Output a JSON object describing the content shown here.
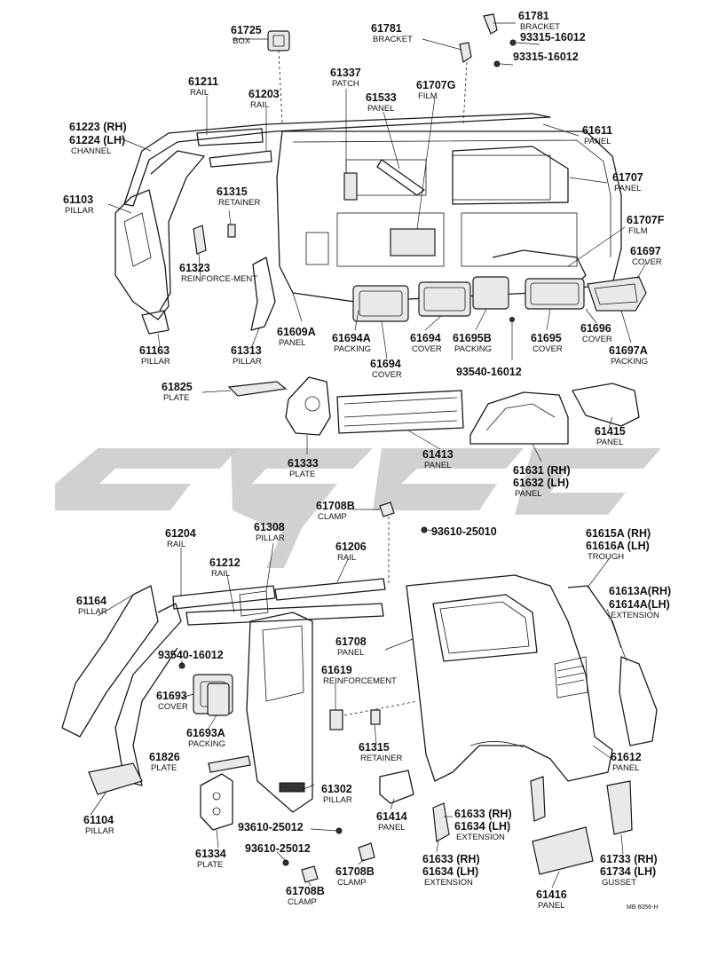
{
  "labels": [
    {
      "id": "61725",
      "num": "61725",
      "name": "BOX"
    },
    {
      "id": "61781a",
      "num": "61781",
      "name": "BRACKET"
    },
    {
      "id": "61781b",
      "num": "61781",
      "name": "BRACKET"
    },
    {
      "id": "93315a",
      "num": "93315-16012",
      "name": ""
    },
    {
      "id": "93315b",
      "num": "93315-16012",
      "name": ""
    },
    {
      "id": "61211",
      "num": "61211",
      "name": "RAIL"
    },
    {
      "id": "61203",
      "num": "61203",
      "name": "RAIL"
    },
    {
      "id": "61337",
      "num": "61337",
      "name": "PATCH"
    },
    {
      "id": "61533",
      "num": "61533",
      "name": "PANEL"
    },
    {
      "id": "61707G",
      "num": "61707G",
      "name": "FILM"
    },
    {
      "id": "61611",
      "num": "61611",
      "name": "PANEL"
    },
    {
      "id": "61223",
      "num": "61223 (RH)",
      "name": ""
    },
    {
      "id": "61224",
      "num": "61224 (LH)",
      "name": "CHANNEL"
    },
    {
      "id": "61707",
      "num": "61707",
      "name": "PANEL"
    },
    {
      "id": "61103",
      "num": "61103",
      "name": "PILLAR"
    },
    {
      "id": "61315a",
      "num": "61315",
      "name": "RETAINER"
    },
    {
      "id": "61707F",
      "num": "61707F",
      "name": "FILM"
    },
    {
      "id": "61697a",
      "num": "61697",
      "name": "COVER"
    },
    {
      "id": "61323",
      "num": "61323",
      "name": "REINFORCE-MENT"
    },
    {
      "id": "61609A",
      "num": "61609A",
      "name": "PANEL"
    },
    {
      "id": "61694A",
      "num": "61694A",
      "name": "PACKING"
    },
    {
      "id": "61694a",
      "num": "61694",
      "name": "COVER"
    },
    {
      "id": "61695B",
      "num": "61695B",
      "name": "PACKING"
    },
    {
      "id": "61695",
      "num": "61695",
      "name": "COVER"
    },
    {
      "id": "61696",
      "num": "61696",
      "name": "COVER"
    },
    {
      "id": "61697A",
      "num": "61697A",
      "name": "PACKING"
    },
    {
      "id": "61163",
      "num": "61163",
      "name": "PILLAR"
    },
    {
      "id": "61313",
      "num": "61313",
      "name": "PILLAR"
    },
    {
      "id": "61694b",
      "num": "61694",
      "name": "COVER"
    },
    {
      "id": "93540a",
      "num": "93540-16012",
      "name": ""
    },
    {
      "id": "61825",
      "num": "61825",
      "name": "PLATE"
    },
    {
      "id": "61413",
      "num": "61413",
      "name": "PANEL"
    },
    {
      "id": "61415",
      "num": "61415",
      "name": "PANEL"
    },
    {
      "id": "61333",
      "num": "61333",
      "name": "PLATE"
    },
    {
      "id": "61631",
      "num": "61631 (RH)",
      "name": ""
    },
    {
      "id": "61632",
      "num": "61632 (LH)",
      "name": "PANEL"
    },
    {
      "id": "61708Ba",
      "num": "61708B",
      "name": "CLAMP"
    },
    {
      "id": "93610a",
      "num": "93610-25010",
      "name": ""
    },
    {
      "id": "61204",
      "num": "61204",
      "name": "RAIL"
    },
    {
      "id": "61308",
      "num": "61308",
      "name": "PILLAR"
    },
    {
      "id": "61206",
      "num": "61206",
      "name": "RAIL"
    },
    {
      "id": "61615A",
      "num": "61615A (RH)",
      "name": ""
    },
    {
      "id": "61616A",
      "num": "61616A (LH)",
      "name": "TROUGH"
    },
    {
      "id": "61212",
      "num": "61212",
      "name": "RAIL"
    },
    {
      "id": "61164",
      "num": "61164",
      "name": "PILLAR"
    },
    {
      "id": "61613A",
      "num": "61613A(RH)",
      "name": ""
    },
    {
      "id": "61614A",
      "num": "61614A(LH)",
      "name": "EXTENSION"
    },
    {
      "id": "61708",
      "num": "61708",
      "name": "PANEL"
    },
    {
      "id": "93540b",
      "num": "93540-16012",
      "name": ""
    },
    {
      "id": "61619",
      "num": "61619",
      "name": "REINFORCEMENT"
    },
    {
      "id": "61693",
      "num": "61693",
      "name": "COVER"
    },
    {
      "id": "61693A",
      "num": "61693A",
      "name": "PACKING"
    },
    {
      "id": "61315b",
      "num": "61315",
      "name": "RETAINER"
    },
    {
      "id": "61826",
      "num": "61826",
      "name": "PLATE"
    },
    {
      "id": "61612",
      "num": "61612",
      "name": "PANEL"
    },
    {
      "id": "61302",
      "num": "61302",
      "name": "PILLAR"
    },
    {
      "id": "61414",
      "num": "61414",
      "name": "PANEL"
    },
    {
      "id": "61104",
      "num": "61104",
      "name": "PILLAR"
    },
    {
      "id": "61633a",
      "num": "61633 (RH)",
      "name": ""
    },
    {
      "id": "61634a",
      "num": "61634 (LH)",
      "name": "EXTENSION"
    },
    {
      "id": "93610b",
      "num": "93610-25012",
      "name": ""
    },
    {
      "id": "61334",
      "num": "61334",
      "name": "PLATE"
    },
    {
      "id": "93610c",
      "num": "93610-25012",
      "name": ""
    },
    {
      "id": "61633b",
      "num": "61633 (RH)",
      "name": ""
    },
    {
      "id": "61634b",
      "num": "61634 (LH)",
      "name": "EXTENSION"
    },
    {
      "id": "61733",
      "num": "61733 (RH)",
      "name": ""
    },
    {
      "id": "61734",
      "num": "61734 (LH)",
      "name": "GUSSET"
    },
    {
      "id": "61708Bb",
      "num": "61708B",
      "name": "CLAMP"
    },
    {
      "id": "61708Bc",
      "num": "61708B",
      "name": "CLAMP"
    },
    {
      "id": "61416",
      "num": "61416",
      "name": "PANEL"
    }
  ],
  "diagram_code": "MB 6056-H"
}
